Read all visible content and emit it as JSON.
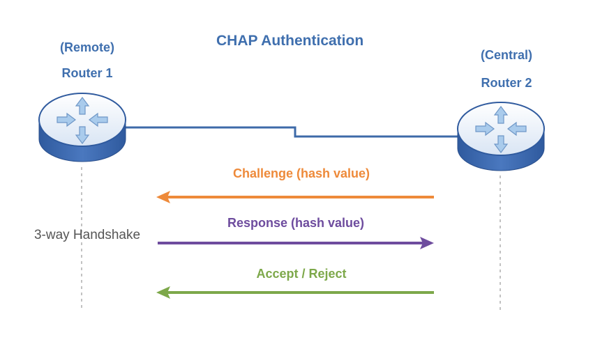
{
  "title": "CHAP Authentication",
  "router1": {
    "role": "(Remote)",
    "name": "Router 1",
    "icon": "router-icon"
  },
  "router2": {
    "role": "(Central)",
    "name": "Router 2",
    "icon": "router-icon"
  },
  "handshake_label": "3-way Handshake",
  "messages": [
    {
      "label": "Challenge (hash value)",
      "direction": "from Router 2 to Router 1",
      "color": "#ee8a3a"
    },
    {
      "label": "Response (hash value)",
      "direction": "from Router 1 to Router 2",
      "color": "#6e4c9e"
    },
    {
      "label": "Accept / Reject",
      "direction": "from Router 2 to Router 1",
      "color": "#7da84a"
    }
  ],
  "colors": {
    "title": "#3f6fae",
    "link": "#3d6aa8",
    "router_top": "#dfe9f6",
    "router_side": "#3d6ab0",
    "router_arrows": "#9cc2e6"
  }
}
